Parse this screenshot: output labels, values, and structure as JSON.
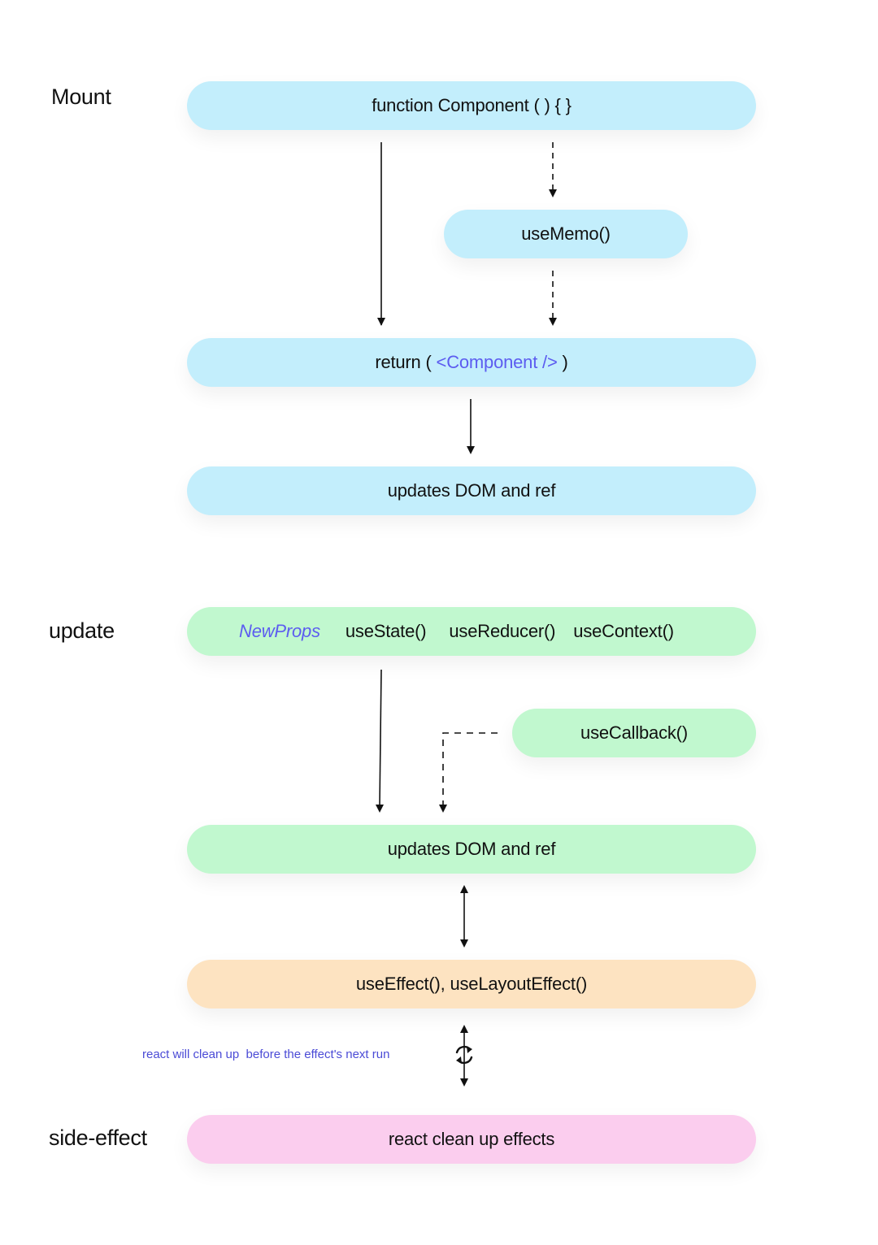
{
  "sections": {
    "mount": "Mount",
    "update": "update",
    "side_effect": "side-effect"
  },
  "mount": {
    "component": "function Component ( ) { }",
    "use_memo": "useMemo()",
    "return_prefix": "return (",
    "return_component": "<Component />",
    "return_suffix": ")",
    "updates_dom": "updates DOM and ref"
  },
  "update": {
    "new_props": "NewProps",
    "use_state": "useState()",
    "use_reducer": "useReducer()",
    "use_context": "useContext()",
    "use_callback": "useCallback()",
    "updates_dom": "updates DOM and ref"
  },
  "effects": {
    "use_effect": "useEffect(), useLayoutEffect()",
    "cleanup_note": "react will clean up  before the effect's next run",
    "cleanup": "react clean up effects"
  },
  "colors": {
    "mount": "#c3eefc",
    "update": "#c1f8cf",
    "effect": "#fde3c1",
    "cleanup": "#fbcdee",
    "accent": "#5c5cf0"
  }
}
